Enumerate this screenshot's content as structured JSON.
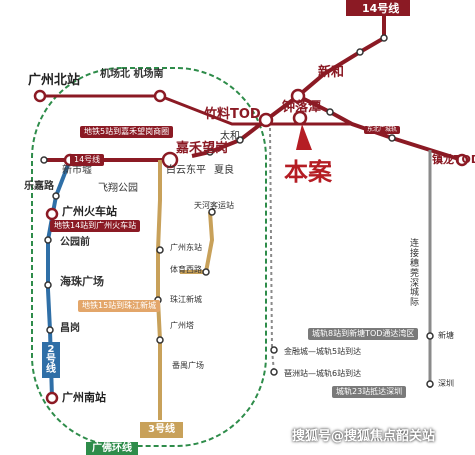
{
  "colors": {
    "line14": "#8b1a24",
    "airport": "#8b1a24",
    "line2": "#2f6fa7",
    "line3": "#c8a15a",
    "ring": "#2e8c4a",
    "city": "#8a8a8a",
    "highlight": "#b51d24"
  },
  "header": {
    "line14_badge": "14号线"
  },
  "stations": {
    "guangzhou_north": "广州北站",
    "airport_north_south": "机场北 机场南",
    "xinhe": "新和",
    "zhuliao_tod": "竹料TOD",
    "zhongluotan": "钟落潭",
    "taihe": "太和",
    "jiahe_wanggang": "嘉禾望岗",
    "baiyun_dongping": "白云东平",
    "xialiang": "夏良",
    "zhenlong_tod": "镇龙TOD",
    "xinshi_xu": "新市墟",
    "lejia_road": "乐嘉路",
    "feixiang_park": "飞翔公园",
    "guangzhou_station": "广州火车站",
    "gongyuanqian": "公园前",
    "haizhu_square": "海珠广场",
    "changgang": "昌岗",
    "guangzhou_south": "广州南站",
    "tianhe_coach": "天河客运站",
    "guangzhou_east": "广州东站",
    "tiyu_xilu": "体育西路",
    "zhujiang_newtown": "珠江新城",
    "canton_tower": "广州塔",
    "panyu_square": "番禺广场",
    "xintang": "新塘",
    "shenzhen": "深圳",
    "financial_city": "金融城",
    "pazhou": "琶洲"
  },
  "labels": {
    "project": "本案",
    "line2": "2号线",
    "line3": "3号线",
    "ring": "广佛环线",
    "city_rail_vertical": "连接穗莞深城际"
  },
  "tags": {
    "metro5": "地铁5站到嘉禾望岗商圈",
    "line14_marker": "14号线",
    "metro14": "地铁14站到广州火车站",
    "metro15": "地铁15站到珠江新城",
    "city8": "城轨8站到新塘TOD通达湾区",
    "financial": "金融城—城轨5站到达",
    "pazhou": "琶洲站—城轨6站到达",
    "city23": "城轨23站抵达深圳",
    "east_line_small": "东北广城轨"
  },
  "watermark": "搜狐号@搜狐焦点韶关站"
}
